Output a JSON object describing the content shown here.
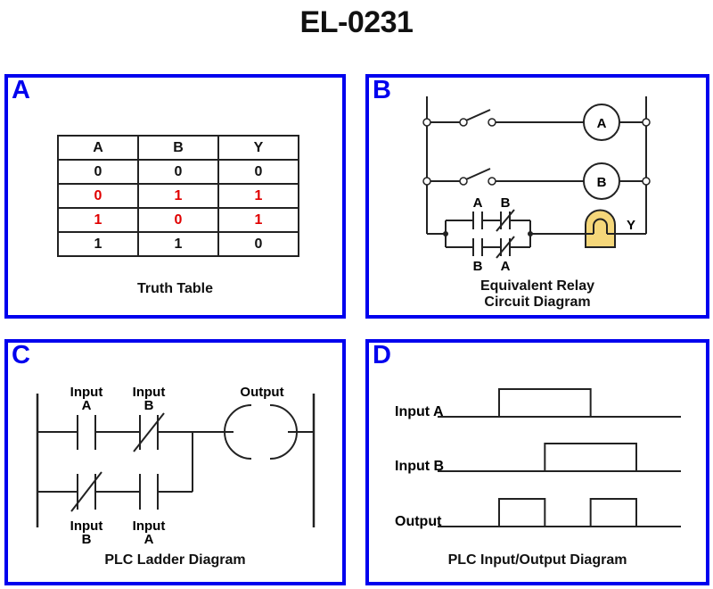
{
  "title": "EL-0231",
  "colors": {
    "frame": "#0000ee",
    "highlight": "#e00000",
    "lamp_fill": "#f5d77a",
    "line": "#222222"
  },
  "panels": {
    "a": {
      "letter": "A",
      "caption": "Truth Table",
      "table": {
        "headers": [
          "A",
          "B",
          "Y"
        ],
        "rows": [
          {
            "values": [
              "0",
              "0",
              "0"
            ],
            "highlight": false
          },
          {
            "values": [
              "0",
              "1",
              "1"
            ],
            "highlight": true
          },
          {
            "values": [
              "1",
              "0",
              "1"
            ],
            "highlight": true
          },
          {
            "values": [
              "1",
              "1",
              "0"
            ],
            "highlight": false
          }
        ]
      }
    },
    "b": {
      "letter": "B",
      "caption_line1": "Equivalent Relay",
      "caption_line2": "Circuit Diagram",
      "coil_a_label": "A",
      "coil_b_label": "B",
      "top_branch_labels": [
        "A",
        "B"
      ],
      "bottom_branch_labels": [
        "B",
        "A"
      ],
      "lamp_label": "Y"
    },
    "c": {
      "letter": "C",
      "caption": "PLC Ladder Diagram",
      "rung1": [
        {
          "label_line1": "Input",
          "label_line2": "A",
          "type": "normally-open"
        },
        {
          "label_line1": "Input",
          "label_line2": "B",
          "type": "normally-closed"
        }
      ],
      "rung2": [
        {
          "label_line1": "Input",
          "label_line2": "B",
          "type": "normally-closed"
        },
        {
          "label_line1": "Input",
          "label_line2": "A",
          "type": "normally-open"
        }
      ],
      "output_label": "Output"
    },
    "d": {
      "letter": "D",
      "caption": "PLC Input/Output Diagram",
      "signals": [
        {
          "name": "Input A",
          "high_intervals": [
            [
              1,
              3
            ]
          ]
        },
        {
          "name": "Input B",
          "high_intervals": [
            [
              2,
              4
            ]
          ]
        },
        {
          "name": "Output",
          "high_intervals": [
            [
              1,
              2
            ],
            [
              3,
              4
            ]
          ]
        }
      ],
      "time_range": [
        0,
        5
      ]
    }
  }
}
